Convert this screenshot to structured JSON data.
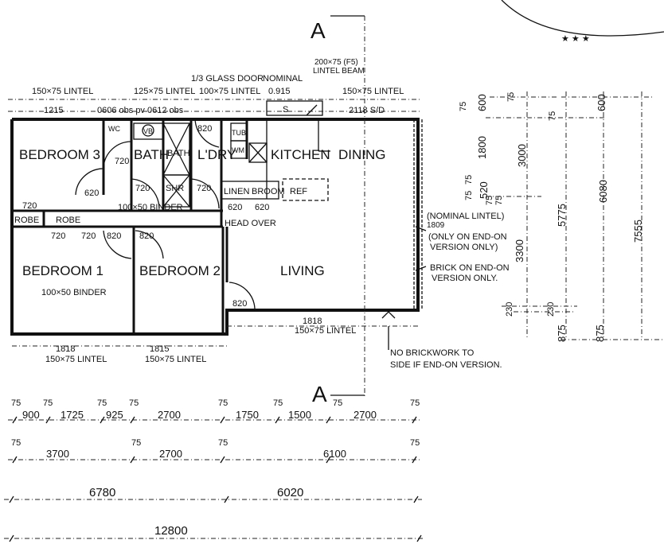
{
  "rooms": {
    "bedroom3": "BEDROOM 3",
    "bath": "BATH",
    "bath_tub": "BATH",
    "laundry": "L'DRY",
    "kitchen": "KITCHEN",
    "dining": "DINING",
    "bedroom1": "BEDROOM 1",
    "bedroom2": "BEDROOM 2",
    "living": "LIVING",
    "shower": "SHR",
    "linen": "LINEN",
    "broom": "BROOM",
    "ref": "REF",
    "robe1": "ROBE",
    "robe2": "ROBE",
    "tub": "TUB",
    "wm": "WM",
    "wc": "WC",
    "vb": "VB",
    "sink": "S"
  },
  "section_marker": "A",
  "top_notes": {
    "lintel_left": "150×75 LINTEL",
    "lintel_mid": "125×75 LINTEL",
    "glass_door": "1/3 GLASS DOOR",
    "lintel_100": "100×75 LINTEL",
    "nominal": "NOMINAL",
    "nominal_val": "0.915",
    "beam1": "200×75 (F5)",
    "beam2": "LINTEL BEAM",
    "lintel_right": "150×75 LINTEL",
    "w1215": "1215",
    "obs": "0606 obs  pv 0612 obs",
    "sd": "2118 S/D"
  },
  "interior_dims": {
    "d820a": "820",
    "d720a": "720",
    "d620a": "620",
    "d720b": "720",
    "d720c": "720",
    "d720robe": "720",
    "binder1": "100×50 BINDER",
    "d620b": "620",
    "d620c": "620",
    "head_over": "HEAD OVER",
    "d720d": "720",
    "d720e": "720",
    "d820b": "820",
    "d820c": "820",
    "binder2": "100×50 BINDER",
    "d820d": "820",
    "w1818": "1818",
    "l1818": "150×75 LINTEL",
    "w1815": "1815",
    "l1815": "150×75 LINTEL",
    "w1818b": "1818",
    "l1818b": "150×75 LINTEL"
  },
  "right_notes": {
    "nominal_lintel": "(NOMINAL LINTEL)",
    "w1809": "1809",
    "only_endon1": "(ONLY ON END-ON",
    "only_endon2": "VERSION ONLY)",
    "brick1": "BRICK ON END-ON",
    "brick2": "VERSION ONLY.",
    "no_brick1": "NO BRICKWORK TO",
    "no_brick2": "SIDE IF END-ON VERSION."
  },
  "vertical_dims": [
    "75",
    "600",
    "75",
    "75",
    "600",
    "1800",
    "3000",
    "75",
    "75",
    "520",
    "75",
    "75",
    "5775",
    "6080",
    "7555",
    "3300",
    "230",
    "230",
    "875",
    "875"
  ],
  "bottom_dims": {
    "row1": [
      "75",
      "900",
      "75",
      "1725",
      "75",
      "925",
      "75",
      "2700",
      "75",
      "1750",
      "75",
      "1500",
      "75",
      "2700",
      "75"
    ],
    "row2": [
      "75",
      "3700",
      "75",
      "2700",
      "75",
      "6100",
      "75"
    ],
    "row3": [
      "6780",
      "6020"
    ],
    "row4": [
      "12800"
    ]
  }
}
